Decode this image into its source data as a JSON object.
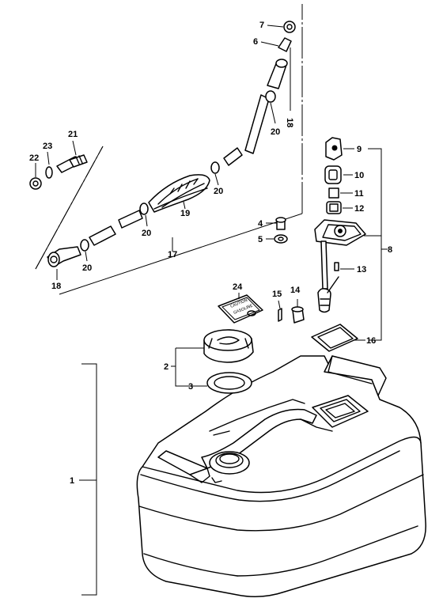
{
  "labels": {
    "l1": "1",
    "l2": "2",
    "l3": "3",
    "l4": "4",
    "l5": "5",
    "l6": "6",
    "l7": "7",
    "l8": "8",
    "l9": "9",
    "l10": "10",
    "l11": "11",
    "l12": "12",
    "l13": "13",
    "l14": "14",
    "l15": "15",
    "l16": "16",
    "l17": "17",
    "l18a": "18",
    "l18b": "18",
    "l19": "19",
    "l20a": "20",
    "l20b": "20",
    "l20c": "20",
    "l20d": "20",
    "l21": "21",
    "l22": "22",
    "l23": "23",
    "l24": "24"
  },
  "decal_text": [
    "CAUTION",
    "GASOLINE"
  ]
}
